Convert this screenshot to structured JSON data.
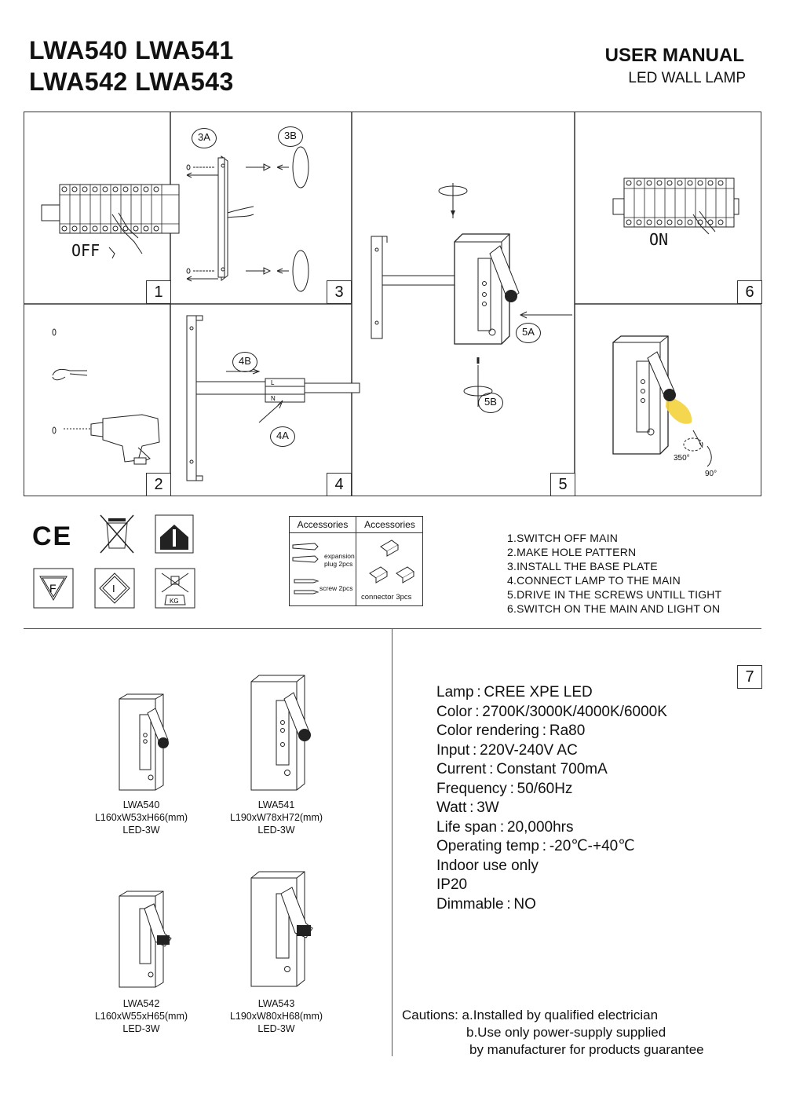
{
  "header": {
    "title_line1": "LWA540 LWA541",
    "title_line2": "LWA542 LWA543",
    "manual_title": "USER MANUAL",
    "manual_subtitle": "LED WALL LAMP"
  },
  "diagram": {
    "panels": [
      {
        "number": "1",
        "label": "OFF"
      },
      {
        "number": "2"
      },
      {
        "number": "3",
        "callouts": [
          "3A",
          "3B"
        ]
      },
      {
        "number": "4",
        "callouts": [
          "4B",
          "4A"
        ],
        "connector_letters": [
          "L",
          "N"
        ]
      },
      {
        "number": "5",
        "callouts": [
          "5A",
          "5B"
        ]
      },
      {
        "number": "6",
        "label": "ON"
      },
      {
        "number": "7",
        "rotation_horizontal": "350°",
        "rotation_vertical": "90°"
      }
    ]
  },
  "certifications": {
    "ce": "CE",
    "f_mark": "F",
    "class_mark": "I",
    "weight": "KG"
  },
  "accessories": {
    "col1_header": "Accessories",
    "col2_header": "Accessories",
    "expansion_line1": "expansion",
    "expansion_line2": "plug 2pcs",
    "screw": "screw 2pcs",
    "connector": "connector 3pcs"
  },
  "steps": [
    "1.SWITCH OFF MAIN",
    "2.MAKE HOLE PATTERN",
    "3.INSTALL THE BASE PLATE",
    "4.CONNECT LAMP TO THE MAIN",
    "5.DRIVE IN THE SCREWS UNTILL TIGHT",
    "6.SWITCH ON THE MAIN AND LIGHT ON"
  ],
  "models": [
    {
      "name": "LWA540",
      "dims": "L160xW53xH66(mm)",
      "power": "LED-3W"
    },
    {
      "name": "LWA541",
      "dims": "L190xW78xH72(mm)",
      "power": "LED-3W"
    },
    {
      "name": "LWA542",
      "dims": "L160xW55xH65(mm)",
      "power": "LED-3W"
    },
    {
      "name": "LWA543",
      "dims": "L190xW80xH68(mm)",
      "power": "LED-3W"
    }
  ],
  "specs": [
    "Lamp : CREE XPE LED",
    "Color : 2700K/3000K/4000K/6000K",
    "Color rendering : Ra80",
    "Input : 220V-240V AC",
    "Current : Constant 700mA",
    "Frequency : 50/60Hz",
    "Watt : 3W",
    "Life span : 20,000hrs",
    "Operating temp : -20℃-+40℃",
    "Indoor use only",
    "IP20",
    "Dimmable : NO"
  ],
  "cautions": [
    "Cautions: a.Installed by qualified electrician",
    "b.Use only power-supply supplied",
    "by manufacturer for products guarantee"
  ]
}
